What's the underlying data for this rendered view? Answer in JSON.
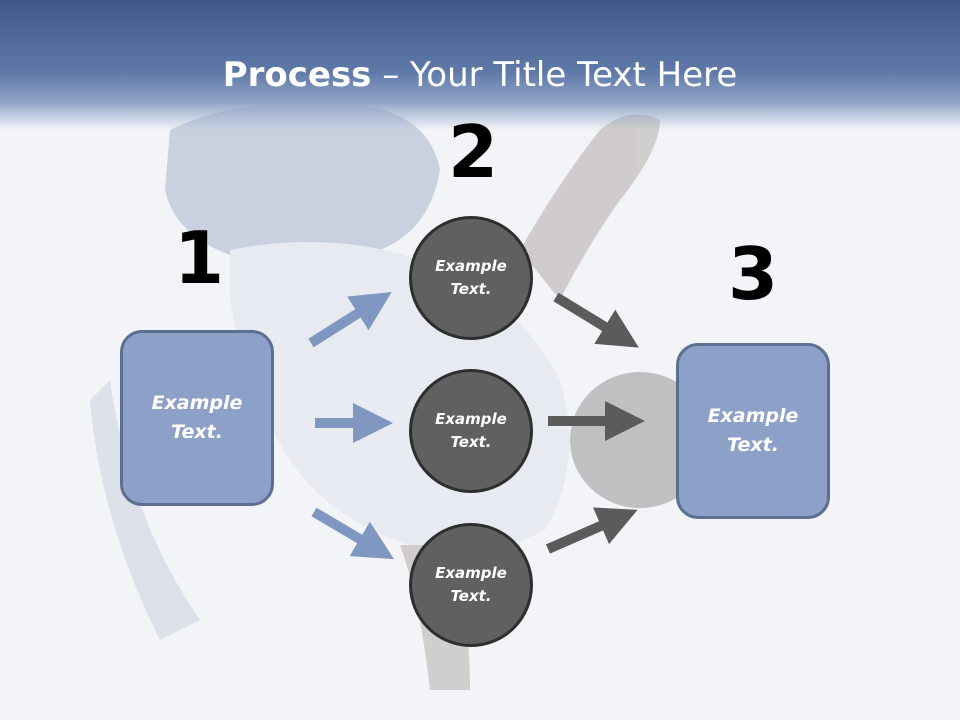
{
  "slide": {
    "title_bold": "Process",
    "title_rest": " – Your Title Text Here",
    "steps": [
      "1",
      "2",
      "3"
    ],
    "left_box_label": "Example\nText.",
    "right_box_label": "Example\nText.",
    "circles": [
      {
        "label": "Example\nText."
      },
      {
        "label": "Example\nText."
      },
      {
        "label": "Example\nText."
      }
    ]
  },
  "colors": {
    "header": "#4e6898",
    "box_fill": "#8da0c7",
    "box_border": "#5d6f91",
    "circle_fill": "#606060",
    "left_arrows": "#8097c2",
    "right_arrows": "#5b5b5b"
  },
  "background_image": "break-dancer-photo"
}
